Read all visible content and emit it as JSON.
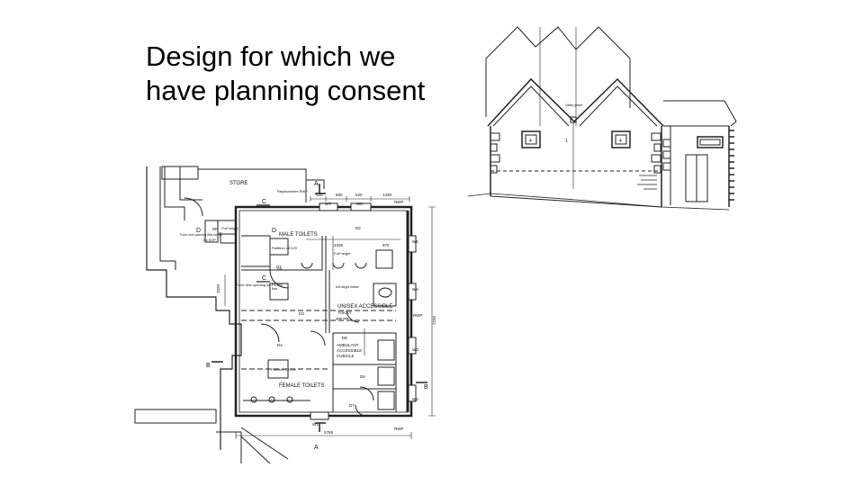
{
  "slide": {
    "title_line1": "Design for which we",
    "title_line2": "have planning consent"
  },
  "floor_plan": {
    "rooms": {
      "store": "STORE",
      "male_toilets": "MALE TOILETS",
      "female_toilets": "FEMALE TOILETS",
      "unisex_accessible": "UNISEX ACCESSIBLE",
      "unisex_accessible_2": "TOILET",
      "ambulant_1": "AMBULANT",
      "ambulant_2": "ACCESSIBLE",
      "ambulant_3": "CUBICLE"
    },
    "section_markers": {
      "a_top": "A",
      "a_bottom": "A",
      "b_left": "B",
      "b_right": "B",
      "c_top": "C",
      "c_mid": "C",
      "d_left": "D",
      "d_right": "D"
    },
    "doors": {
      "d1": "D1",
      "d2": "D2",
      "d3": "D3",
      "d4": "D4",
      "d5": "D5",
      "d6": "D6",
      "d7": "D7",
      "dp": "DP"
    },
    "windows": {
      "w1": "W1",
      "w2": "W2",
      "w3": "W3",
      "w4": "W4",
      "w5": "W5",
      "w6": "W6",
      "w7": "W7"
    },
    "dimensions": {
      "top_520a": "520",
      "top_680": "680",
      "top_520b": "520",
      "top_1430": "1430",
      "d_2425": "2425",
      "d_970": "970",
      "d_7230": "7230",
      "d_5765": "5765",
      "d_1020": "1020"
    },
    "rwp_labels": {
      "rwp_top": "RWP",
      "rwp_side": "RWP",
      "rwp_bottom": "RWP"
    },
    "notes": {
      "replacement_rwp": "Replacement RWP",
      "form_new_opening": "Form new opening as F1/116",
      "partition_1": "Partition L2/120",
      "partition_2": "Partition L2/120",
      "ex_svp": "Ex SVP",
      "full_height_1": "Full height",
      "full_height_2": "Full height",
      "flue": "flue",
      "window_outer_sill": "Form new opening Sills below",
      "grab_rails": "grab rails",
      "full_height_timber": "full height timber",
      "soil_label": "soil"
    }
  },
  "elevation": {
    "valley_gutter": "Valley gutter",
    "mark_1": "1",
    "window_mark_a": "4",
    "window_mark_b": "4"
  }
}
